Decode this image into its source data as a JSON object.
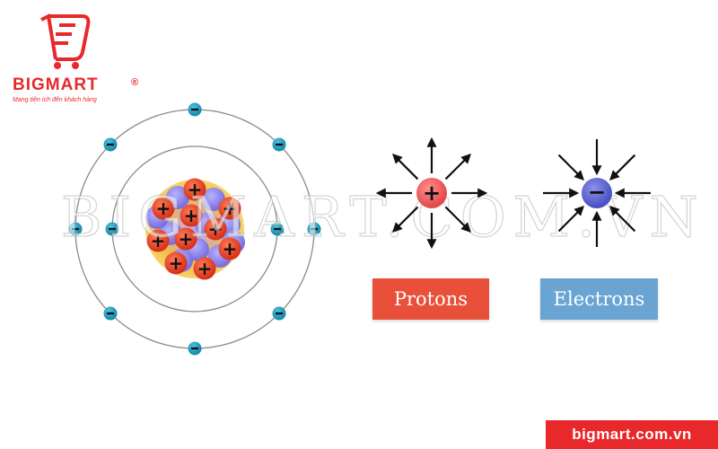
{
  "brand": {
    "name": "BIGMART",
    "registered": "®",
    "tagline": "Mang tiện ích đến khách hàng",
    "color": "#e8282b"
  },
  "watermark": {
    "text": "BIGMART.COM.VN"
  },
  "diagram": {
    "proton_color": "#e8503a",
    "electron_color": "#1f9fc0",
    "proton_sign": "+",
    "electron_sign": "−"
  },
  "labels": {
    "protons": "Protons",
    "electrons": "Electrons"
  },
  "footer": {
    "text": "bigmart.com.vn"
  }
}
